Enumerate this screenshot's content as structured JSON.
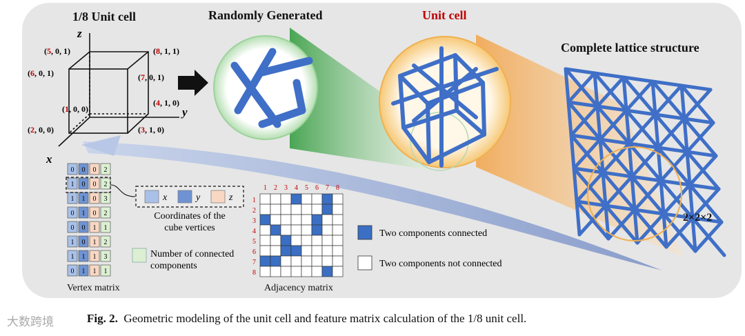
{
  "panels": {
    "eighth_cell": {
      "title": "1/8 Unit cell",
      "axes": {
        "x": "x",
        "y": "y",
        "z": "z"
      },
      "vertices": [
        {
          "id": "1",
          "coords": "0, 0, 0"
        },
        {
          "id": "2",
          "coords": "1, 0, 0"
        },
        {
          "id": "3",
          "coords": "1, 1, 0"
        },
        {
          "id": "4",
          "coords": "0, 1, 0"
        },
        {
          "id": "5",
          "coords": "0, 0, 1"
        },
        {
          "id": "6",
          "coords": "1, 0, 1"
        },
        {
          "id": "7",
          "coords": "1, 0, 1"
        },
        {
          "id": "8",
          "coords": "0, 1, 1"
        }
      ]
    },
    "random": {
      "title": "Randomly Generated"
    },
    "unit_cell": {
      "title": "Unit cell"
    },
    "lattice": {
      "title": "Complete lattice structure",
      "size_label": "2×2×2"
    }
  },
  "vertex_matrix": {
    "label": "Vertex matrix",
    "rows": [
      [
        "0",
        "0",
        "0",
        "2"
      ],
      [
        "1",
        "0",
        "0",
        "2"
      ],
      [
        "1",
        "1",
        "0",
        "3"
      ],
      [
        "0",
        "1",
        "0",
        "2"
      ],
      [
        "0",
        "0",
        "1",
        "1"
      ],
      [
        "1",
        "0",
        "1",
        "2"
      ],
      [
        "1",
        "1",
        "1",
        "3"
      ],
      [
        "0",
        "1",
        "1",
        "1"
      ]
    ]
  },
  "legend_coords": {
    "items": [
      {
        "label": "x",
        "color": "#a9c1e8"
      },
      {
        "label": "y",
        "color": "#6f93d2"
      },
      {
        "label": "z",
        "color": "#f8d7c3"
      }
    ],
    "caption_line1": "Coordinates of the",
    "caption_line2": "cube vertices"
  },
  "legend_count": {
    "line1": "Number of connected",
    "line2": "components",
    "color": "#dcefd2"
  },
  "adjacency": {
    "label": "Adjacency matrix",
    "headers": [
      "1",
      "2",
      "3",
      "4",
      "5",
      "6",
      "7",
      "8"
    ],
    "filled": [
      [
        0,
        3
      ],
      [
        0,
        6
      ],
      [
        1,
        6
      ],
      [
        2,
        0
      ],
      [
        2,
        5
      ],
      [
        3,
        1
      ],
      [
        3,
        5
      ],
      [
        4,
        2
      ],
      [
        5,
        2
      ],
      [
        5,
        3
      ],
      [
        6,
        0
      ],
      [
        6,
        1
      ],
      [
        7,
        6
      ]
    ]
  },
  "legend_adj": {
    "connected": "Two components connected",
    "not_connected": "Two components not connected",
    "fill_color": "#3a6fc4"
  },
  "caption": {
    "prefix": "Fig. 2.",
    "text": "Geometric modeling of the unit cell and feature matrix calculation of the 1/8 unit cell."
  },
  "watermark": "大数跨境",
  "colors": {
    "background": "#e8e8e8",
    "accent_red": "#c00000",
    "lattice_blue": "#3f6fc7"
  }
}
